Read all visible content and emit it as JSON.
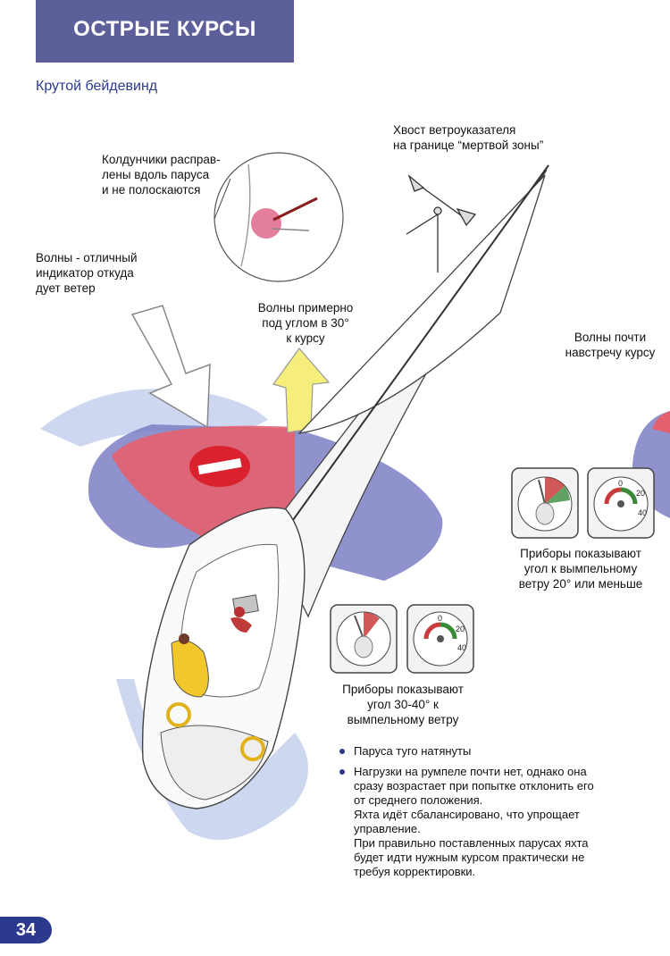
{
  "header": {
    "title": "ОСТРЫЕ КУРСЫ"
  },
  "subtitle": "Крутой бейдевинд",
  "labels": {
    "telltales": [
      "Колдунчики расправ-",
      "лены вдоль паруса",
      "и не полоскаются"
    ],
    "vane": [
      "Хвост ветроуказателя",
      "на границе “мертвой зоны”"
    ],
    "waves_indicator": [
      "Волны - отличный",
      "индикатор откуда",
      "дует ветер"
    ],
    "waves_30": [
      "Волны примерно",
      "под углом в 30°",
      "к курсу"
    ],
    "waves_head": [
      "Волны почти",
      "навстречу курсу"
    ],
    "instr_20": [
      "Приборы показывают",
      "угол к вымпельному",
      "ветру 20° или меньше"
    ],
    "instr_30_40": [
      "Приборы показывают",
      "угол 30-40° к",
      "вымпельному ветру"
    ]
  },
  "bullets": [
    [
      "Паруса туго натянуты"
    ],
    [
      "Нагрузки на румпеле почти нет, однако она",
      "сразу возрастает при попытке отклонить его",
      "от среднего положения.",
      "Яхта идёт сбалансировано, что упрощает",
      "управление.",
      "При правильно поставленных парусах яхта",
      "будет идти нужным курсом практически не",
      "требуя корректировки."
    ]
  ],
  "dial_labels": [
    "0",
    "20",
    "40"
  ],
  "page_number": "34",
  "colors": {
    "header_bg": "#5c5f9a",
    "accent_blue": "#2b3a8c",
    "zone_red": "#e4606e",
    "zone_blue": "#7b7fc4",
    "arrow_yellow": "#f6ee7a"
  }
}
